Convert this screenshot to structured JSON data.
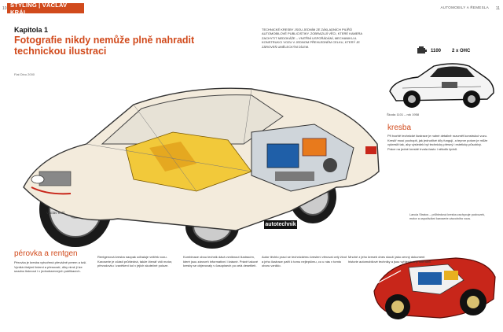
{
  "page": {
    "left_number": "10",
    "right_number": "11",
    "section_label": "STYLING | VÁCLAV KRÁL",
    "running_head_right": "AUTOMOBILY A ŘEMESLA"
  },
  "colors": {
    "accent": "#d14a1c",
    "car_red": "#c8261a"
  },
  "article": {
    "chapter": "Kapitola 1",
    "title": "Fotografie nikdy nemůže plně nahradit technickou ilustraci",
    "author_line": "Fiat Dino 2000",
    "intro": "Technické kresby jsou jedním ze základních pilířů automobilové publicistiky. Zobrazují věci, které kamera zachytit nedokáže – vnitřní uspořádání, mechaniku a konstrukci vozu v jednom přehledném celku, který je zároveň uměleckým dílem.",
    "engine_code_a": "1100",
    "engine_code_b": "2 x OHC",
    "small_car_caption": "Škoda 1101 – rok 1958",
    "signature": "Václav Král",
    "section_kresba": "kresba",
    "kresba_text": "Při tvorbě technické ilustrace je nutné detailně rozumět konstrukci vozu. Kreslíř musí pochopit, jak jednotlivé díly fungují, a teprve potom je může vykreslit tak, aby výsledek byl technicky přesný i esteticky působivý. Práce na jedné kresbě trvala často i několik týdnů.",
    "photo_caption": "Lancia Stratos – průhledová kresba zachycuje podvozek, motor a uspořádání karoserie závodního vozu.",
    "logo_text": "autotechnik",
    "section_peravka": "pérovka a rentgen",
    "col1": "Pérovka je kresba vytvořená převážně perem a tuší. Vyniká čistými liniemi a přesností, díky nimž ji lze snadno tisknout i v jednobarevných publikacích.",
    "col2": "Rentgenová kresba naopak odhaluje vnitřek vozu. Karoserie je zčásti průhledná, takže čtenář vidí motor, převodovku i zavěšení kol v jejich skutečné poloze.",
    "col3": "Kombinace obou technik dává vzniknout ilustracím, které jsou zároveň informativní i krásné. Právě takové kresby se objevovaly v časopisech po celá desetiletí.",
    "col4": "Autor těchto prací se technickému kreslení věnoval celý život a jeho ilustrace patří k tomu nejlepšímu, co u nás v tomto oboru vzniklo.",
    "col5": "Mnohé z jeho kreseb dnes slouží jako cenný dokument historie automobilové techniky a jsou vyhledávány sběrateli."
  }
}
